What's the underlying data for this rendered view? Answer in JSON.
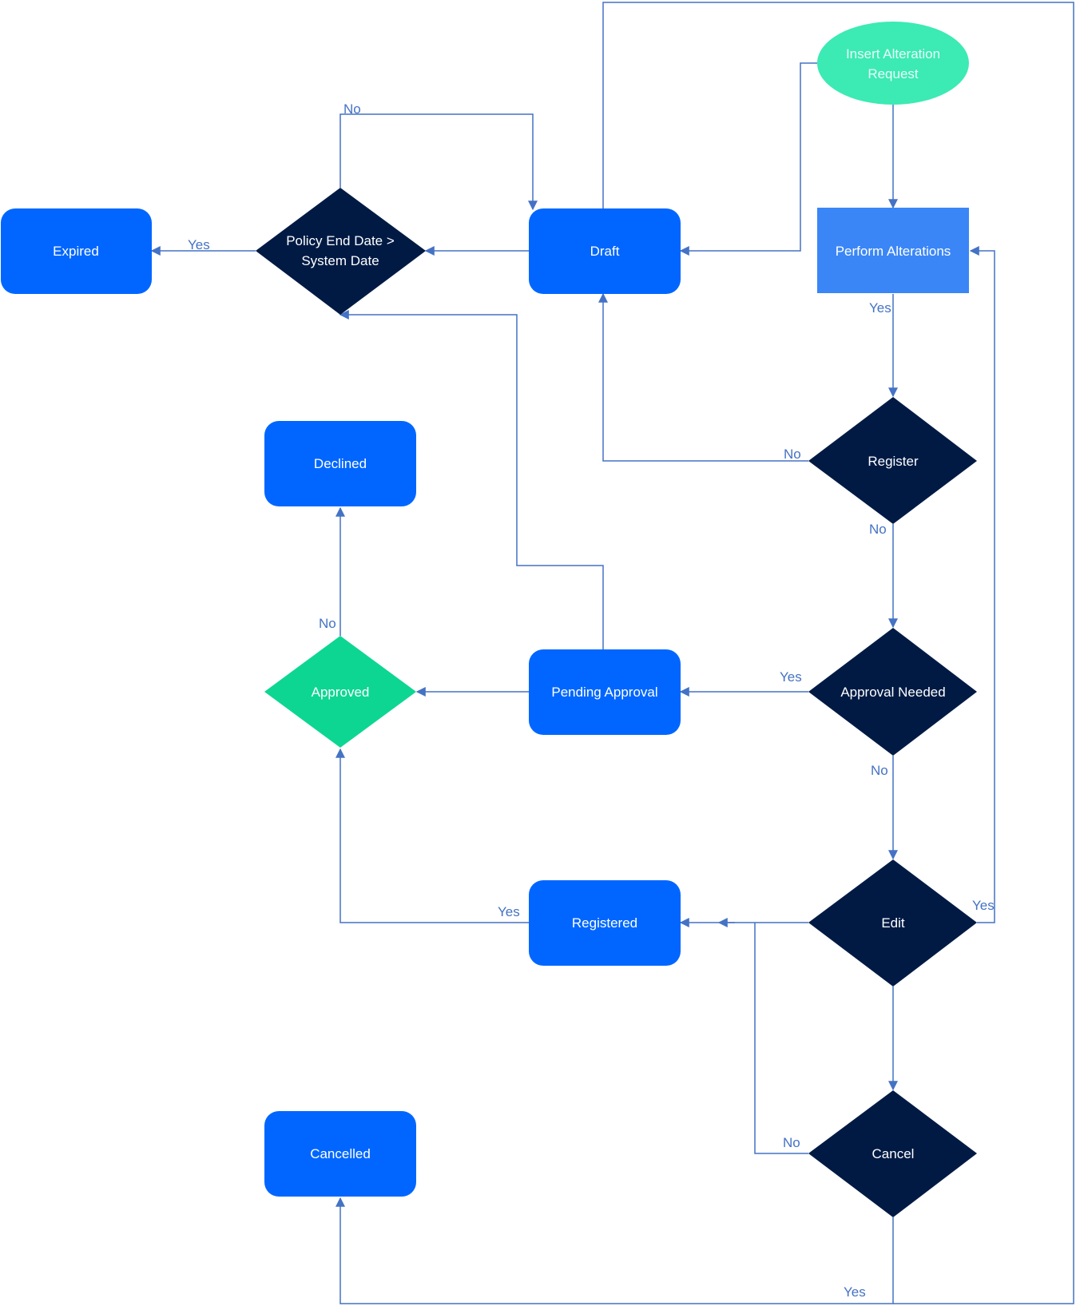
{
  "colors": {
    "status_box": "#0066ff",
    "action_box": "#3a86f7",
    "decision_dark": "#001a44",
    "approved": "#0dd692",
    "start": "#3ceab3",
    "start_text": "#e8fff8",
    "edge": "#4472c4"
  },
  "nodes": {
    "insert_request": [
      "Insert Alteration",
      "Request"
    ],
    "perform_alterations": "Perform Alterations",
    "draft": "Draft",
    "policy_end_date": [
      "Policy End Date >",
      "System Date"
    ],
    "expired": "Expired",
    "register": "Register",
    "declined": "Declined",
    "approved": "Approved",
    "pending_approval": "Pending Approval",
    "approval_needed": "Approval Needed",
    "registered": "Registered",
    "edit": "Edit",
    "cancelled": "Cancelled",
    "cancel": "Cancel"
  },
  "edge_labels": {
    "policy_no": "No",
    "policy_yes": "Yes",
    "perform_yes": "Yes",
    "register_no_draft": "No",
    "register_no_down": "No",
    "approved_no": "No",
    "approval_needed_yes": "Yes",
    "approval_needed_no": "No",
    "edit_yes": "Yes",
    "registered_yes": "Yes",
    "cancel_no": "No",
    "cancel_yes": "Yes"
  }
}
